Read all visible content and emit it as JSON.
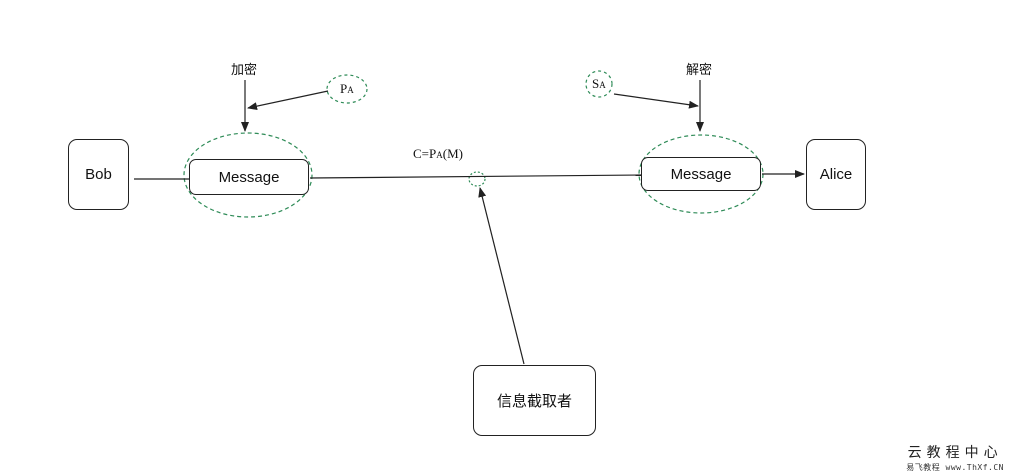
{
  "nodes": {
    "bob": "Bob",
    "alice": "Alice",
    "message_left": "Message",
    "message_right": "Message",
    "interceptor": "信息截取者"
  },
  "labels": {
    "encrypt": "加密",
    "decrypt": "解密",
    "public_key_letter": "P",
    "public_key_sub": "A",
    "secret_key_letter": "S",
    "secret_key_sub": "A",
    "ciphertext_prefix": "C=P",
    "ciphertext_sub": "A",
    "ciphertext_suffix": "(M)"
  },
  "watermark": {
    "title": "云教程中心",
    "url": "易飞教程 www.ThXf.CN"
  },
  "colors": {
    "line": "#222222",
    "dashed_ellipse": "#2e8b57"
  }
}
